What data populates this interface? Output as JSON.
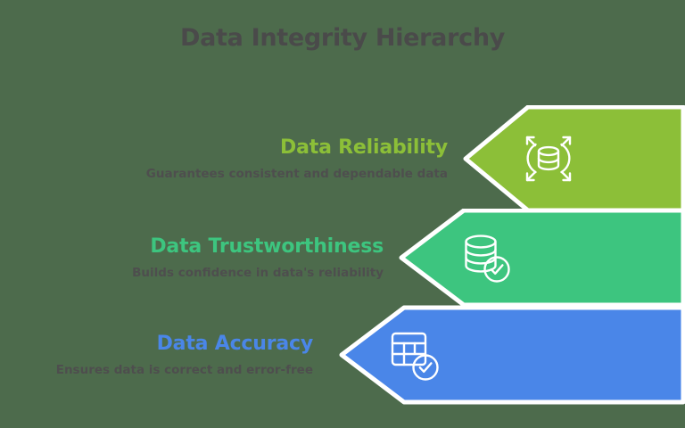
{
  "title": "Data Integrity Hierarchy",
  "background_color": "#4d6b4c",
  "title_color": "#4a4a4a",
  "subtext_color": "#4e4e4e",
  "band_border_color": "#ffffff",
  "levels": [
    {
      "heading": "Data Reliability",
      "subtext": "Guarantees consistent and dependable data",
      "color": "#8cbf38",
      "icon": "database-expand-arrows-icon"
    },
    {
      "heading": "Data Trustworthiness",
      "subtext": "Builds confidence in data's reliability",
      "color": "#3dc57f",
      "icon": "database-check-icon"
    },
    {
      "heading": "Data Accuracy",
      "subtext": "Ensures data is correct and error-free",
      "color": "#4a86e8",
      "icon": "table-check-icon"
    }
  ]
}
